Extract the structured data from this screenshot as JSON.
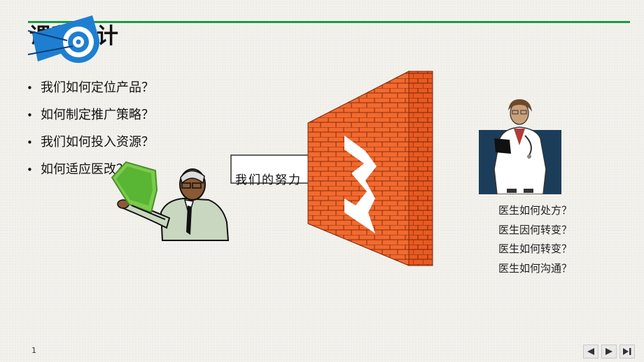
{
  "slide": {
    "title": "课程设计",
    "bullets": [
      "我们如何定位产品？",
      "如何制定推广策略？",
      "我们如何投入资源？",
      "如何适应医改？"
    ],
    "arrow_label": "我们的努力",
    "questions": [
      "医生如何处方？",
      "医生因何转变？",
      "医生如何转变？",
      "医生如何沟通？"
    ],
    "page_number": "1"
  },
  "colors": {
    "accent_line": "#1a9a46",
    "brick": "#f26a2e",
    "logo_blue": "#1e7fd2"
  },
  "icons": [
    "target-logo-icon",
    "teacher-clipart-icon",
    "brick-wall-icon",
    "doctor-clipart-icon",
    "prev-slide-icon",
    "play-icon",
    "next-slide-icon"
  ]
}
